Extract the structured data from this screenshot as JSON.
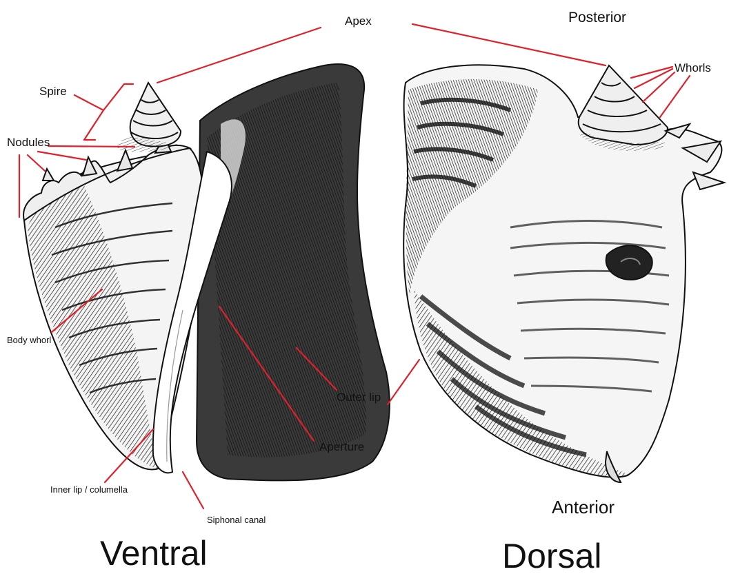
{
  "labels": {
    "apex": "Apex",
    "posterior": "Posterior",
    "spire": "Spire",
    "whorls": "Whorls",
    "nodules": "Nodules",
    "body_whorl": "Body whorl",
    "outer_lip": "Outer lip",
    "aperture": "Aperture",
    "inner_lip": "Inner lip / columella",
    "siphonal_canal": "Siphonal canal",
    "anterior": "Anterior",
    "ventral": "Ventral",
    "dorsal": "Dorsal"
  },
  "colors": {
    "leader_line": "#e0202a",
    "shell_dark": "#1a1a1a",
    "shell_mid": "#555555",
    "shell_light": "#f2f2f2",
    "background": "#ffffff"
  }
}
